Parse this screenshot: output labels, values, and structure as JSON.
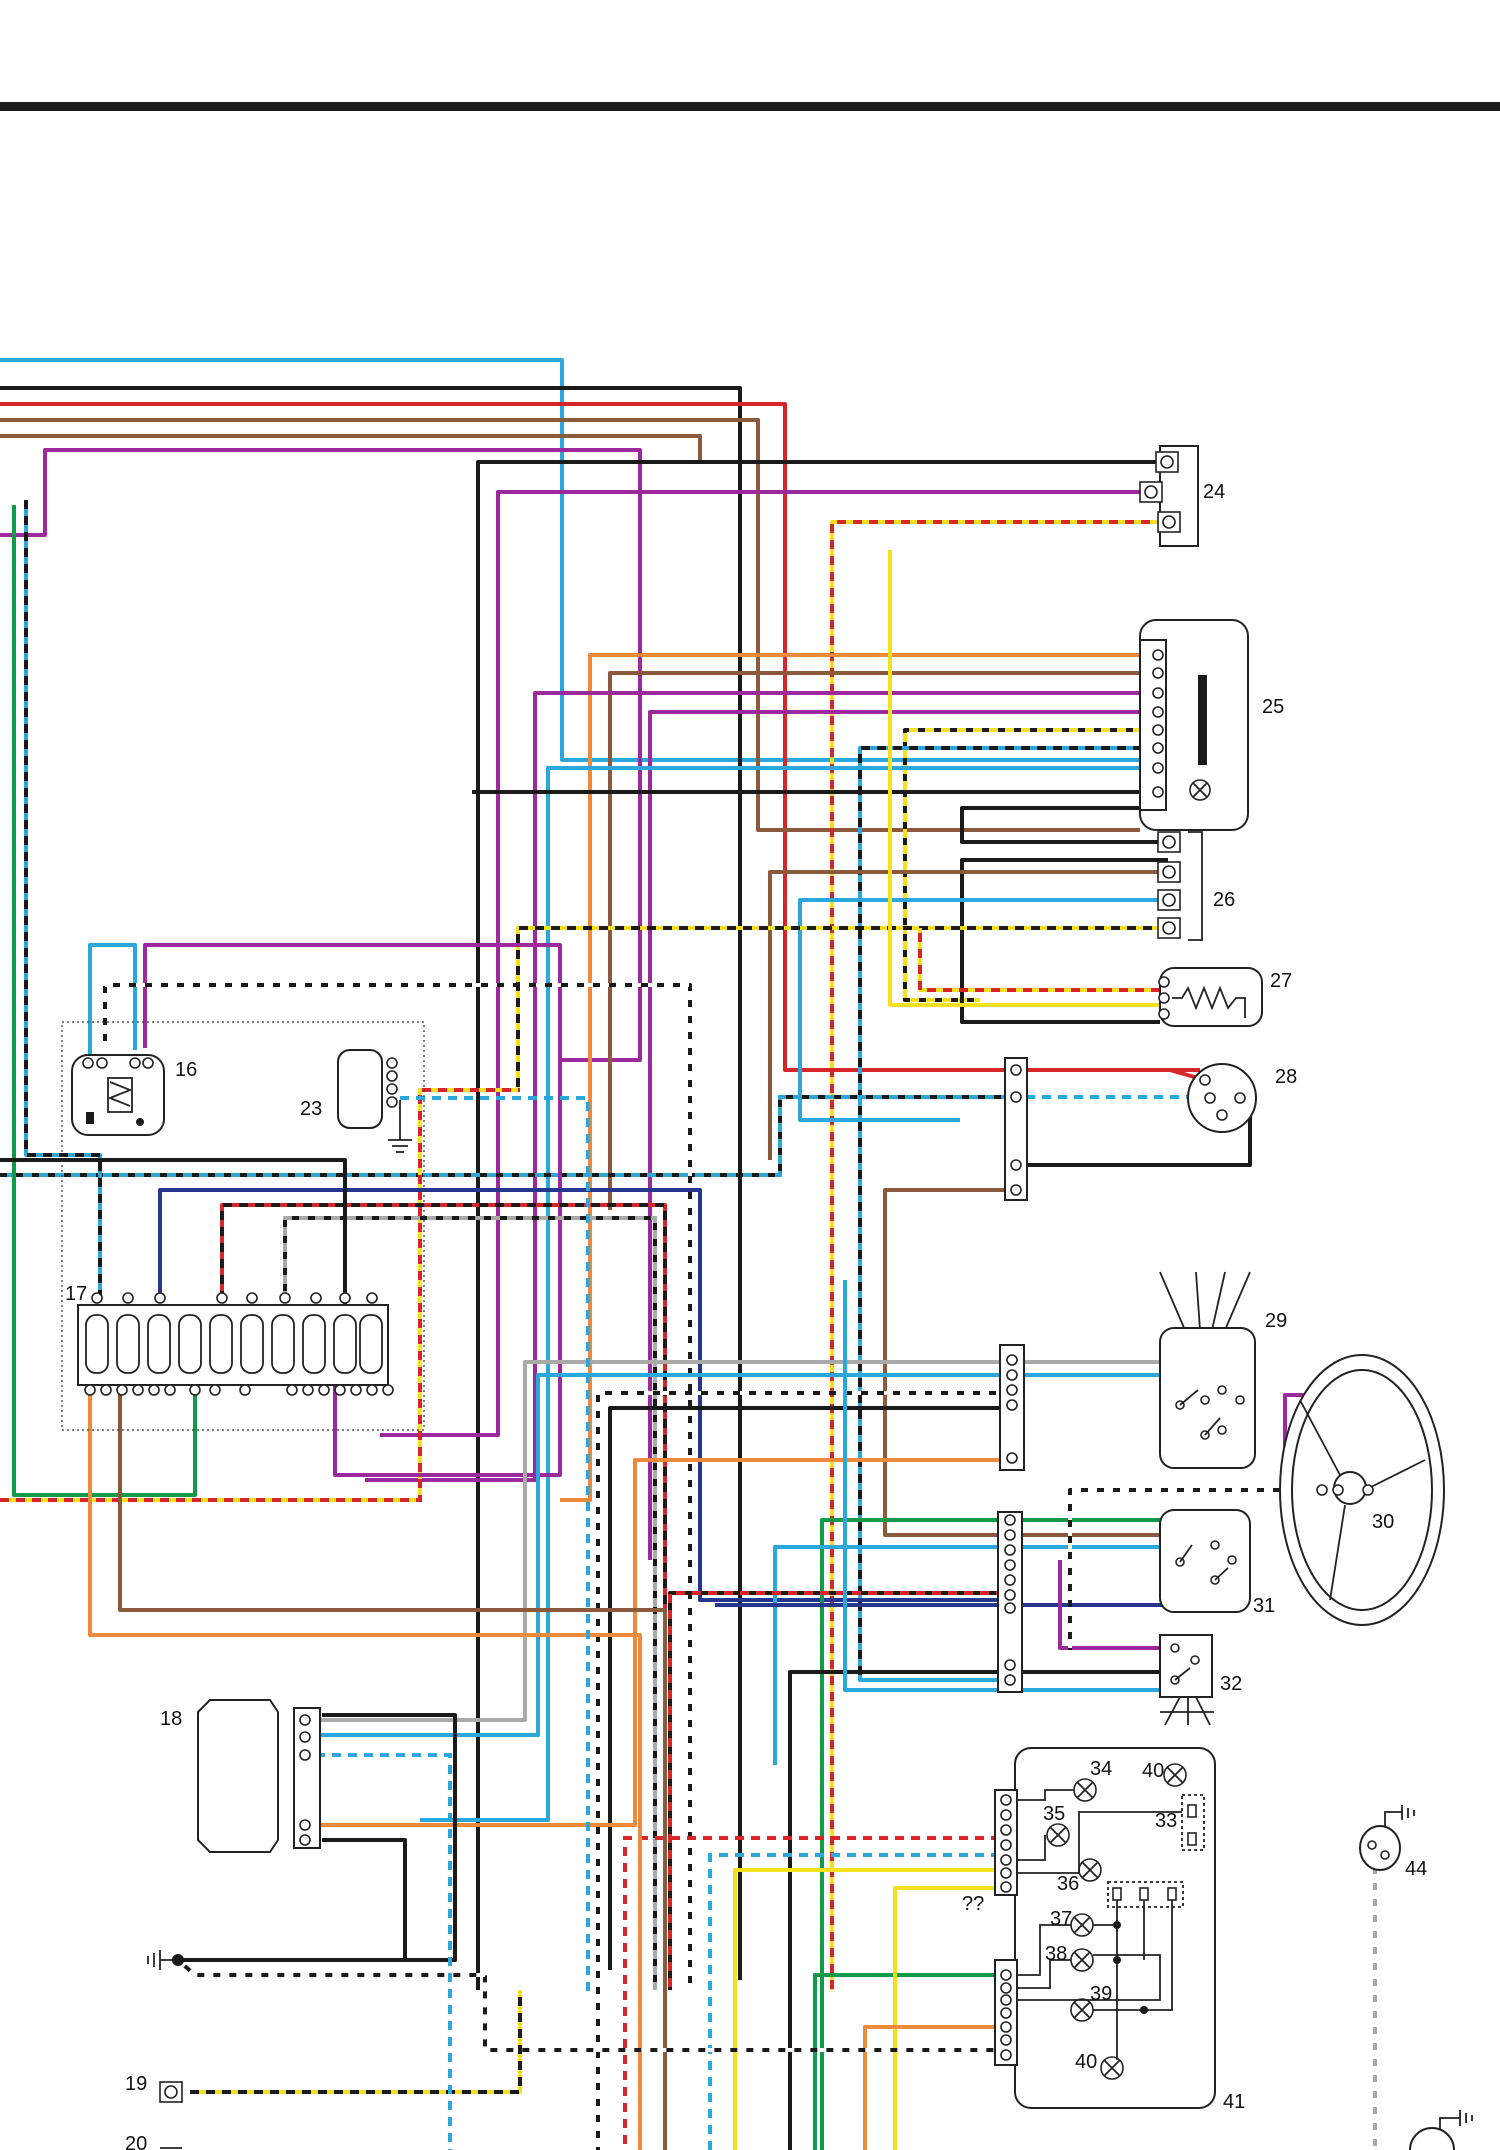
{
  "wire_colors": {
    "black": "#1a1a1a",
    "red": "#d7262a",
    "brown": "#8b5a3c",
    "light_blue": "#2aa7dc",
    "purple": "#9c2a9c",
    "green": "#119a4a",
    "yellow": "#f4e01c",
    "orange": "#ee8a3c",
    "grey": "#a9a9a9",
    "navy": "#26368f",
    "white": "#ffffff"
  },
  "components": [
    {
      "label": "16"
    },
    {
      "label": "17"
    },
    {
      "label": "18"
    },
    {
      "label": "19"
    },
    {
      "label": "20"
    },
    {
      "label": "23"
    },
    {
      "label": "24"
    },
    {
      "label": "25"
    },
    {
      "label": "26"
    },
    {
      "label": "27"
    },
    {
      "label": "28"
    },
    {
      "label": "29"
    },
    {
      "label": "30"
    },
    {
      "label": "31"
    },
    {
      "label": "32"
    },
    {
      "label": "33"
    },
    {
      "label": "34"
    },
    {
      "label": "35"
    },
    {
      "label": "36"
    },
    {
      "label": "37"
    },
    {
      "label": "38"
    },
    {
      "label": "39"
    },
    {
      "label": "40"
    },
    {
      "label": "40"
    },
    {
      "label": "41"
    },
    {
      "label": "44"
    },
    {
      "label": "??"
    }
  ],
  "icons": [
    "ground-symbol",
    "lamp-symbol",
    "fuse-symbol",
    "steering-wheel",
    "resistor-symbol",
    "coil-symbol"
  ]
}
